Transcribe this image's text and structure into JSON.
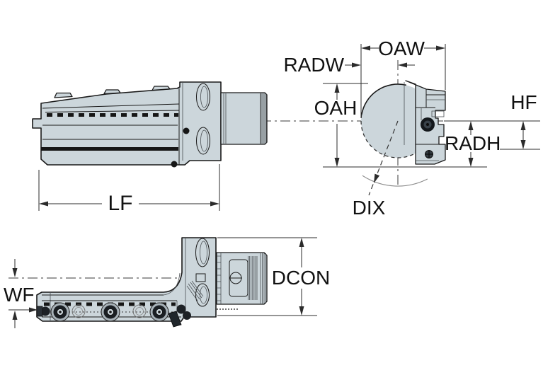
{
  "drawing": {
    "title": "tool-holder-dimension-drawing",
    "labels": {
      "lf": "LF",
      "radw": "RADW",
      "oaw": "OAW",
      "oah": "OAH",
      "hf": "HF",
      "radh": "RADH",
      "dix": "DIX",
      "wf": "WF",
      "dcon": "DCON"
    },
    "colors": {
      "background": "#ffffff",
      "body_fill": "#ccd6db",
      "outline": "#1a1a1a",
      "dimension_line": "#2b2b2b",
      "centerline": "#3a3a3a",
      "detail_dark": "#161616",
      "arc": "#8a8a8a"
    }
  }
}
